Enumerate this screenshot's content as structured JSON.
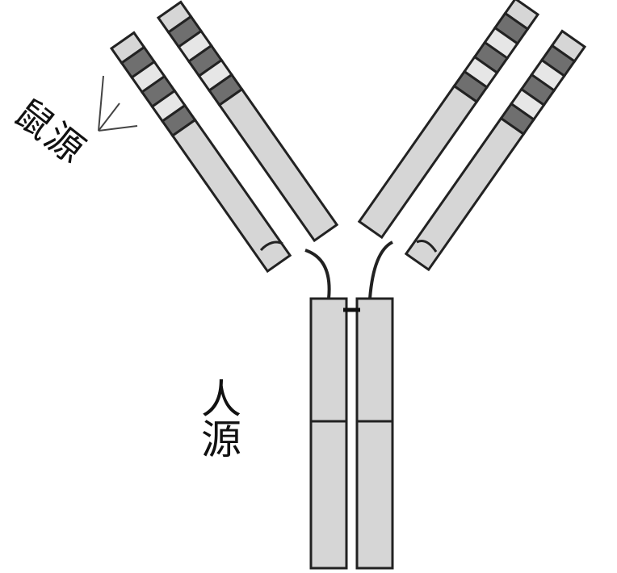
{
  "labels": {
    "mouse_origin": "鼠源",
    "human_origin_line1": "人",
    "human_origin_line2": "源"
  },
  "colors": {
    "light": "#d6d6d6",
    "pale": "#e6e6e6",
    "dark": "#6f6f6f",
    "stroke": "#222222"
  }
}
